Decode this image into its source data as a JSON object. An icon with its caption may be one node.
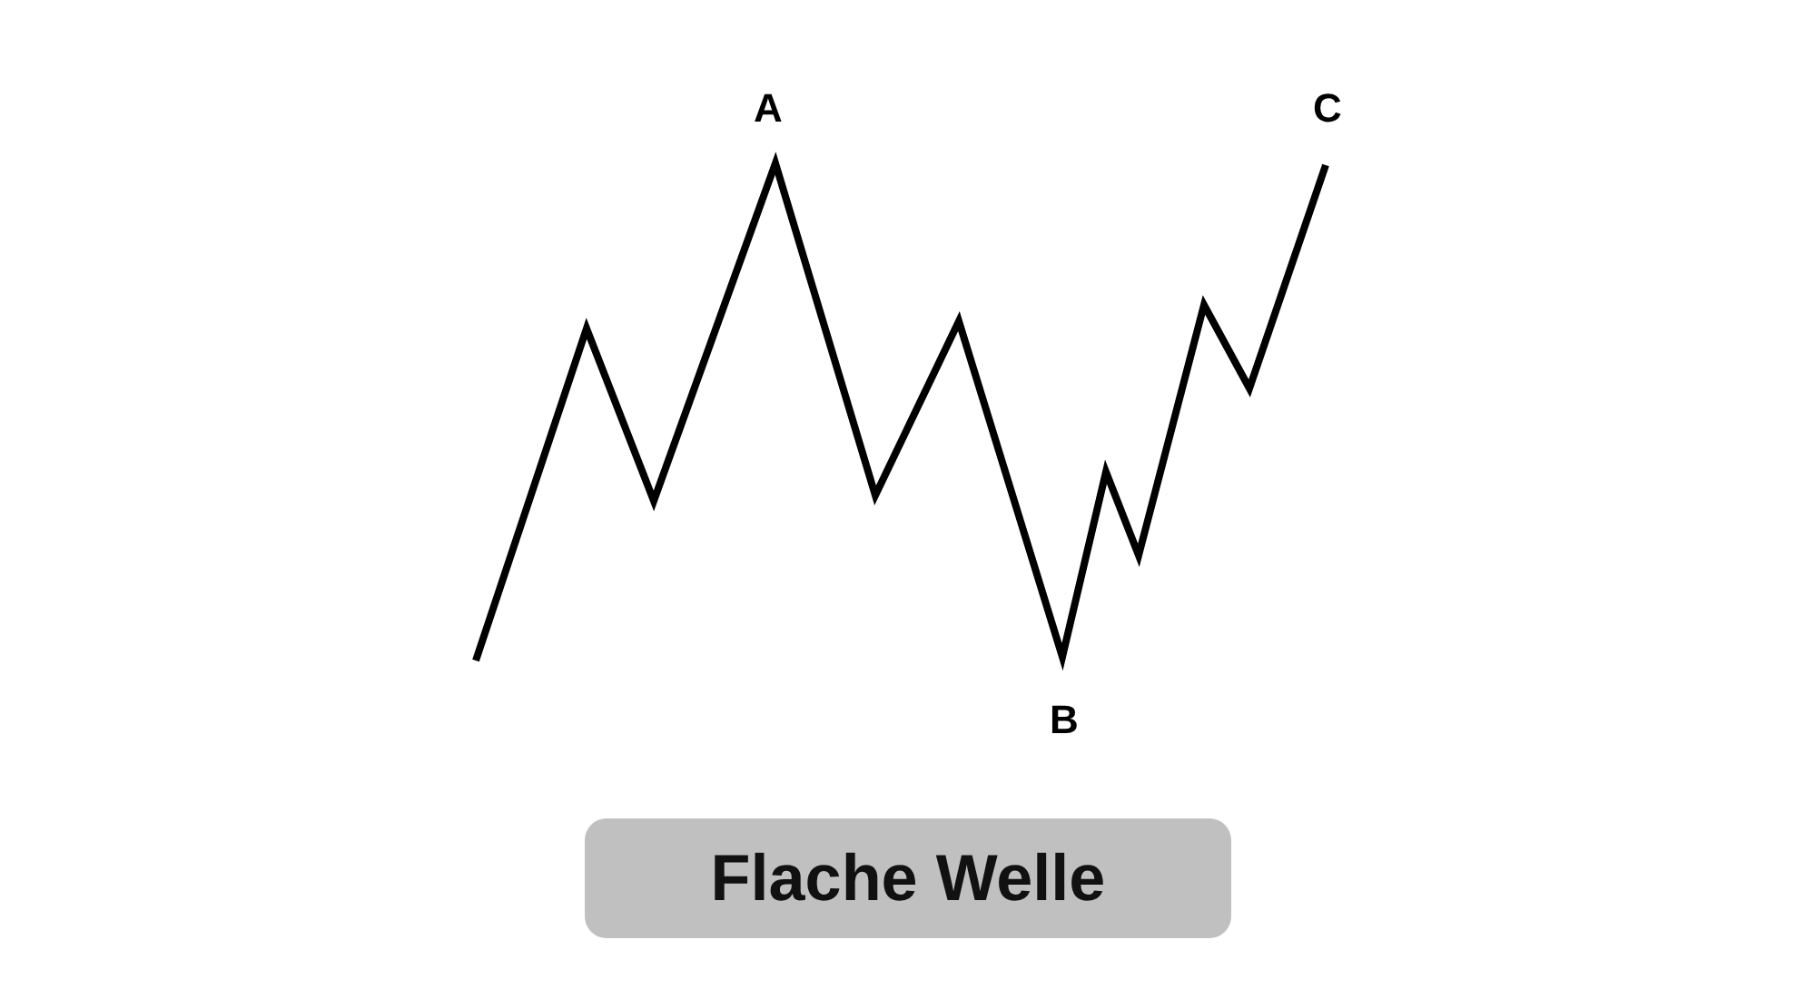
{
  "diagram": {
    "title": "Flache Welle",
    "labels": [
      "A",
      "B",
      "C"
    ]
  }
}
